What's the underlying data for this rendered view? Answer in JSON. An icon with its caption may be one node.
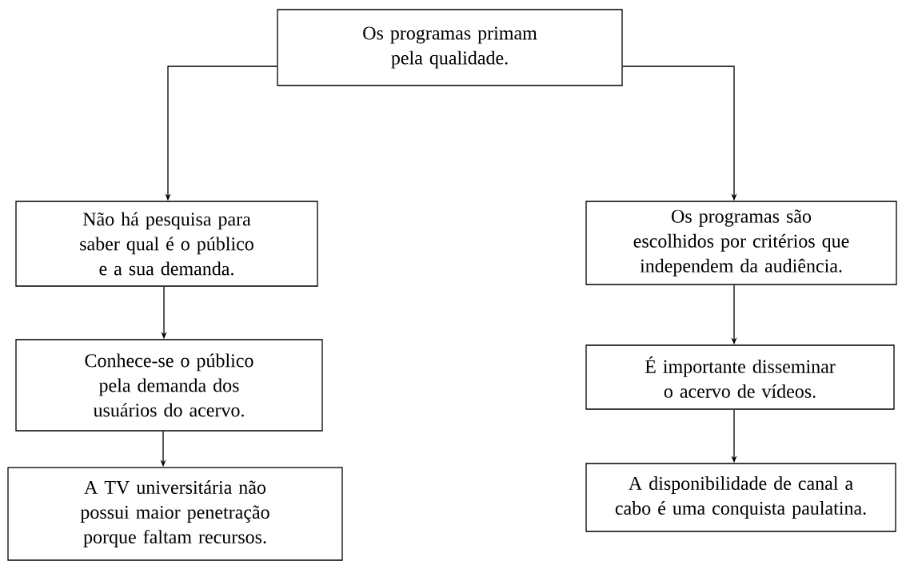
{
  "diagram": {
    "nodes": [
      {
        "text": [
          "Os programas primam pela qualidade."
        ]
      },
      {
        "text": [
          "Não há pesquisa para saber qual é o público e a sua demanda."
        ]
      },
      {
        "text": [
          "Conhece-se o público pela demanda dos usuários do acervo."
        ]
      },
      {
        "text": [
          "A TV universitária não possui maior penetração porque faltam recursos."
        ]
      },
      {
        "text": [
          "Os programas são escolhidos por critérios que independem da audiência."
        ]
      },
      {
        "text": [
          "É importante disseminar o acervo de vídeos."
        ]
      },
      {
        "text": [
          "A disponibilidade de canal a cabo é uma conquista paulatina."
        ]
      }
    ],
    "edges": [
      {
        "from": 0,
        "to": 1,
        "arrow": "to"
      },
      {
        "from": 1,
        "to": 2,
        "arrow": "to"
      },
      {
        "from": 2,
        "to": 3,
        "arrow": "to"
      },
      {
        "from": 0,
        "to": 4,
        "arrow": "to"
      },
      {
        "from": 4,
        "to": 5,
        "arrow": "to"
      },
      {
        "from": 5,
        "to": 6,
        "arrow": "to"
      }
    ]
  }
}
